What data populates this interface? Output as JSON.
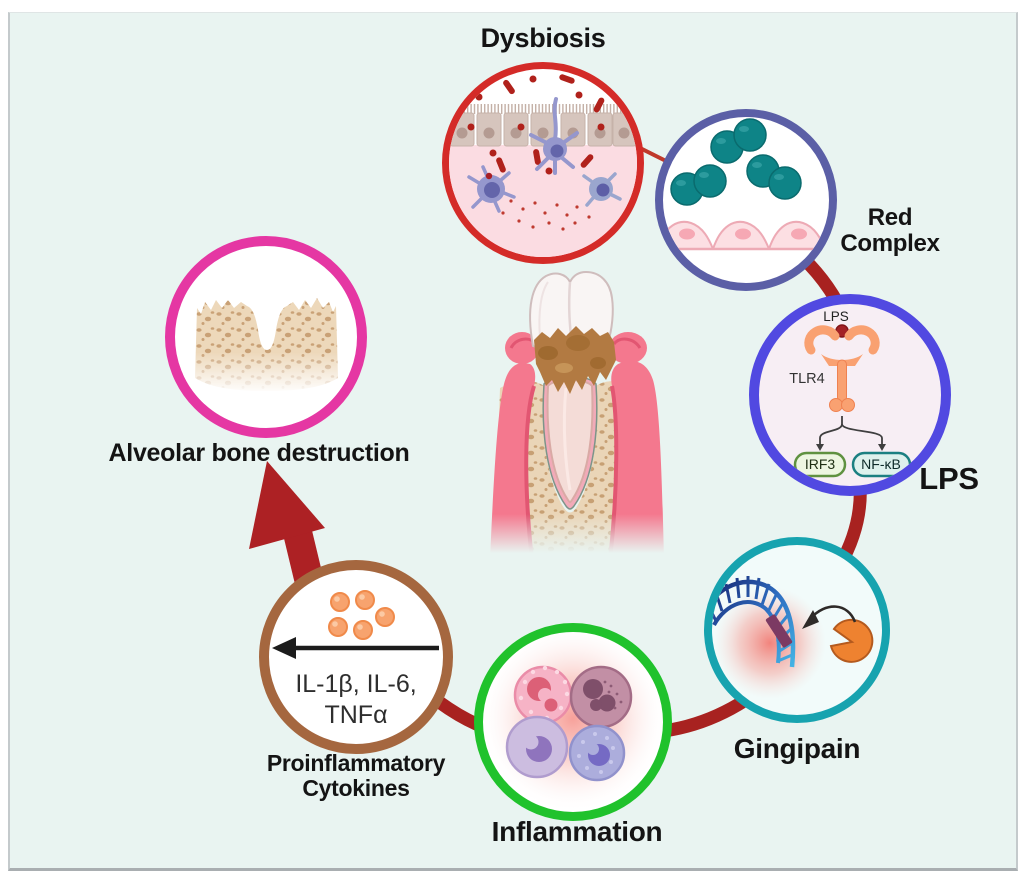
{
  "figure": {
    "description": "Cycle diagram of periodontal disease pathogenesis",
    "palette": {
      "panel_bg": "#e9f4f1",
      "frame_border": "#c4cacc",
      "cycle_arc_red": "#a82220",
      "label_color": "#141414"
    }
  },
  "nodes": {
    "dysbiosis": {
      "label": "Dysbiosis",
      "ring": "#d42b28"
    },
    "red_complex": {
      "label": "Red Complex",
      "ring": "#5b5fa6"
    },
    "lps": {
      "label": "LPS",
      "ring": "#5149e1",
      "ligand_label": "LPS",
      "receptor_label": "TLR4",
      "targets": [
        "IRF3",
        "NF-κB"
      ]
    },
    "gingipain": {
      "label": "Gingipain",
      "ring": "#17a3af"
    },
    "inflammation": {
      "label": "Inflammation",
      "ring": "#20c22c"
    },
    "cytokines": {
      "label": "Proinflammatory Cytokines",
      "ring": "#a5673f",
      "text_line1": "IL-1β, IL-6,",
      "text_line2": "TNFα"
    },
    "bone": {
      "label": "Alveolar bone destruction",
      "ring": "#e537a3"
    }
  }
}
